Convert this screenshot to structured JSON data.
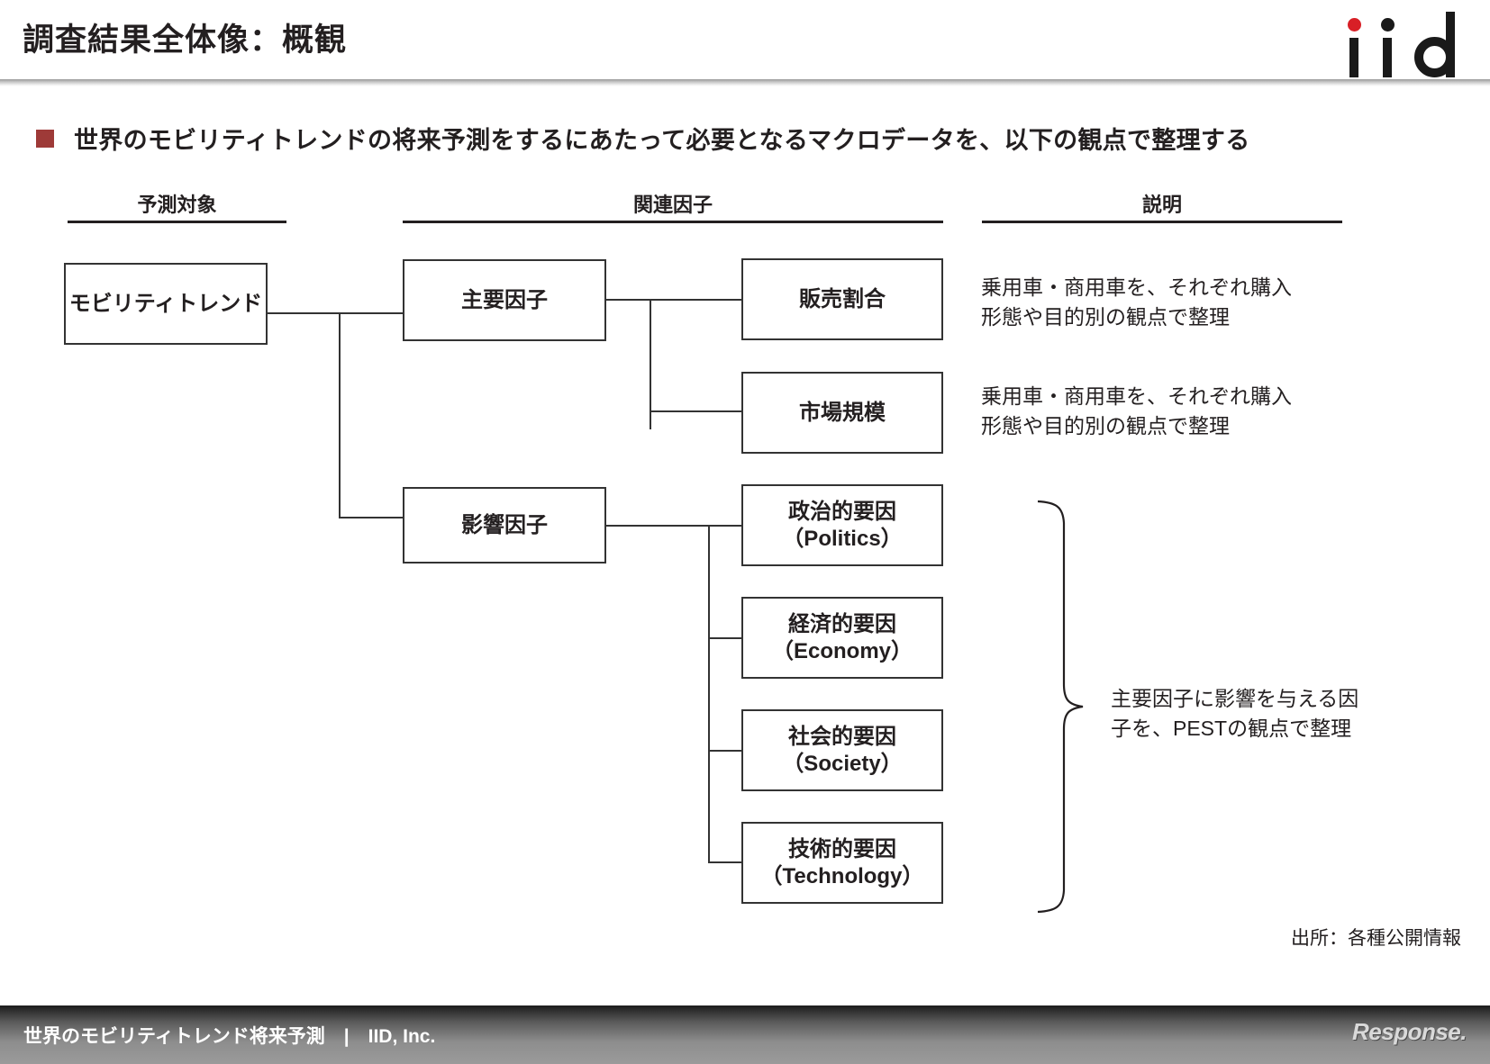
{
  "header": {
    "title": "調査結果全体像：概観",
    "logo": {
      "text": "iid",
      "dot1_color": "#d81f26",
      "dot2_color": "#1a1a1a"
    }
  },
  "headline": {
    "bullet_color": "#9e3a38",
    "text": "世界のモビリティトレンドの将来予測をするにあたって必要となるマクロデータを、以下の観点で整理する"
  },
  "columns": [
    {
      "label": "予測対象"
    },
    {
      "label": "関連因子"
    },
    {
      "label": "説明"
    }
  ],
  "diagram": {
    "root": {
      "label": "モビリティトレンド"
    },
    "branches": [
      {
        "label": "主要因子"
      },
      {
        "label": "影響因子"
      }
    ],
    "leaves": [
      {
        "line1": "販売割合",
        "line2": ""
      },
      {
        "line1": "市場規模",
        "line2": ""
      },
      {
        "line1": "政治的要因",
        "line2": "（Politics）"
      },
      {
        "line1": "経済的要因",
        "line2": "（Economy）"
      },
      {
        "line1": "社会的要因",
        "line2": "（Society）"
      },
      {
        "line1": "技術的要因",
        "line2": "（Technology）"
      }
    ],
    "descriptions": [
      {
        "text": "乗用車・商用車を、それぞれ購入\n形態や目的別の観点で整理"
      },
      {
        "text": "乗用車・商用車を、それぞれ購入\n形態や目的別の観点で整理"
      },
      {
        "text": "主要因子に影響を与える因\n子を、PESTの観点で整理"
      }
    ]
  },
  "source_note": "出所：各種公開情報",
  "footer": {
    "text": "世界のモビリティトレンド将来予測　|　IID, Inc.",
    "logo_text": "Response."
  }
}
